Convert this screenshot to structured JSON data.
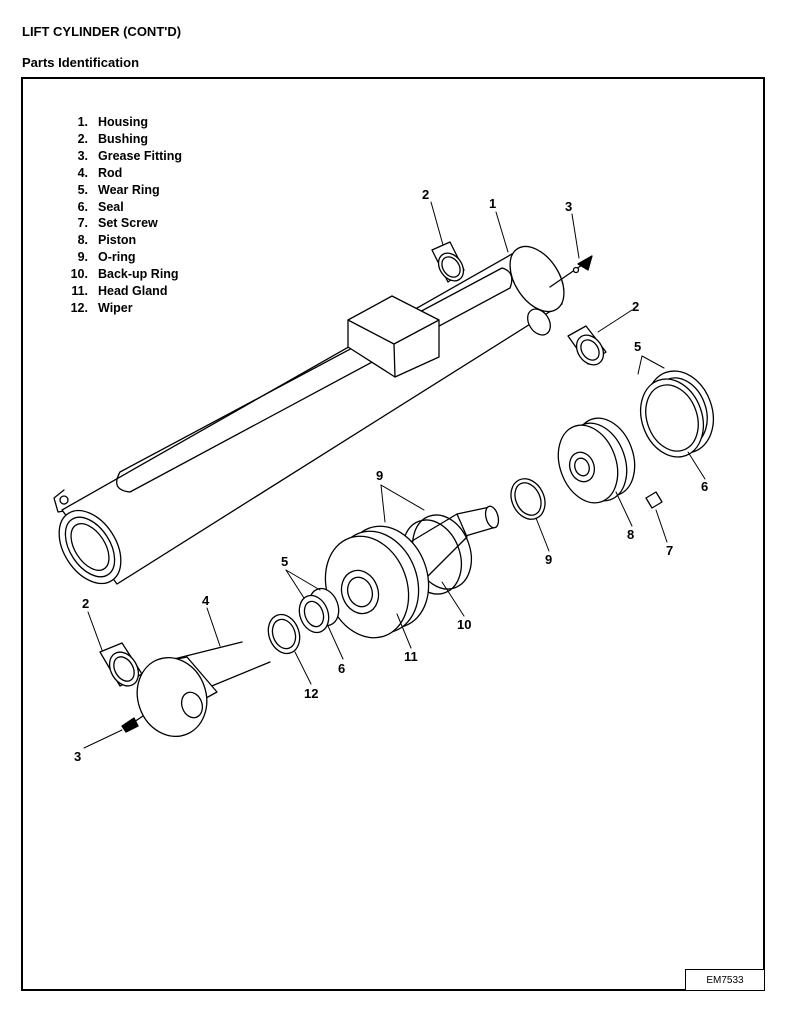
{
  "header": {
    "title": "LIFT CYLINDER (CONT'D)",
    "subtitle": "Parts Identification"
  },
  "legend": [
    {
      "num": "1.",
      "label": "Housing"
    },
    {
      "num": "2.",
      "label": "Bushing"
    },
    {
      "num": "3.",
      "label": "Grease Fitting"
    },
    {
      "num": "4.",
      "label": "Rod"
    },
    {
      "num": "5.",
      "label": "Wear Ring"
    },
    {
      "num": "6.",
      "label": "Seal"
    },
    {
      "num": "7.",
      "label": "Set Screw"
    },
    {
      "num": "8.",
      "label": "Piston"
    },
    {
      "num": "9.",
      "label": "O-ring"
    },
    {
      "num": "10.",
      "label": "Back-up Ring"
    },
    {
      "num": "11.",
      "label": "Head Gland"
    },
    {
      "num": "12.",
      "label": "Wiper"
    }
  ],
  "callouts": {
    "c2a": "2",
    "c1": "1",
    "c3a": "3",
    "c2b": "2",
    "c5a": "5",
    "c6a": "6",
    "c8": "8",
    "c7": "7",
    "c9a": "9",
    "c9b": "9",
    "c10": "10",
    "c11": "11",
    "c5b": "5",
    "c6b": "6",
    "c12": "12",
    "c4": "4",
    "c2c": "2",
    "c3b": "3"
  },
  "figure_code": "EM7533"
}
